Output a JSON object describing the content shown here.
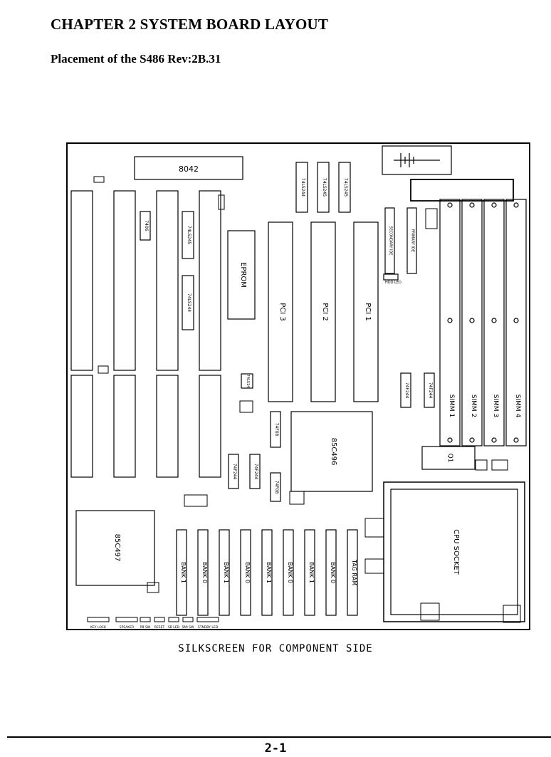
{
  "header": {
    "chapter_title": "CHAPTER 2  SYSTEM BOARD LAYOUT",
    "section_title": "Placement of the S486 Rev:2B.31"
  },
  "board": {
    "chips": {
      "kbc": "8042",
      "eprom": "EPROM",
      "chipset_main": "85C496",
      "chipset_isa": "85C497",
      "cpu_socket": "CPU SOCKET",
      "q1": "Q1",
      "logic_74ls245_a": "74LS245",
      "logic_74ls245_b": "74LS245",
      "logic_74ls245_c": "74LS245",
      "logic_74ls244_a": "74LS244",
      "logic_74ls244_b": "74LS244",
      "logic_7406": "7406",
      "logic_74f244_a": "74F244",
      "logic_74f244_b": "74F244",
      "logic_74f244_c": "74F244",
      "logic_74f244_d": "74F244",
      "logic_74f08_a": "74F08",
      "logic_74f08_b": "74F08",
      "logic_74ls14": "74LS14"
    },
    "pci_slots": [
      "PCI 3",
      "PCI 2",
      "PCI 1"
    ],
    "ide": [
      "SECONDARY IDE",
      "PRIMARY IDE"
    ],
    "simm_slots": [
      "SIMM 1",
      "SIMM 2",
      "SIMM 3",
      "SIMM 4"
    ],
    "cache_banks": [
      "BANK 1",
      "BANK 0",
      "BANK 1",
      "BANK 0",
      "BANK 1",
      "BANK 0",
      "BANK 1",
      "BANK 0"
    ],
    "tag_ram": "TAG RAM",
    "hdd_led": "HDD LED",
    "front_panel": [
      "KEY LOCK",
      "SPEAKER",
      "PB SW",
      "RESET",
      "SB LED",
      "SMI SW",
      "STNDBY LED"
    ]
  },
  "caption": "SILKSCREEN FOR COMPONENT SIDE",
  "page_number": "2-1"
}
